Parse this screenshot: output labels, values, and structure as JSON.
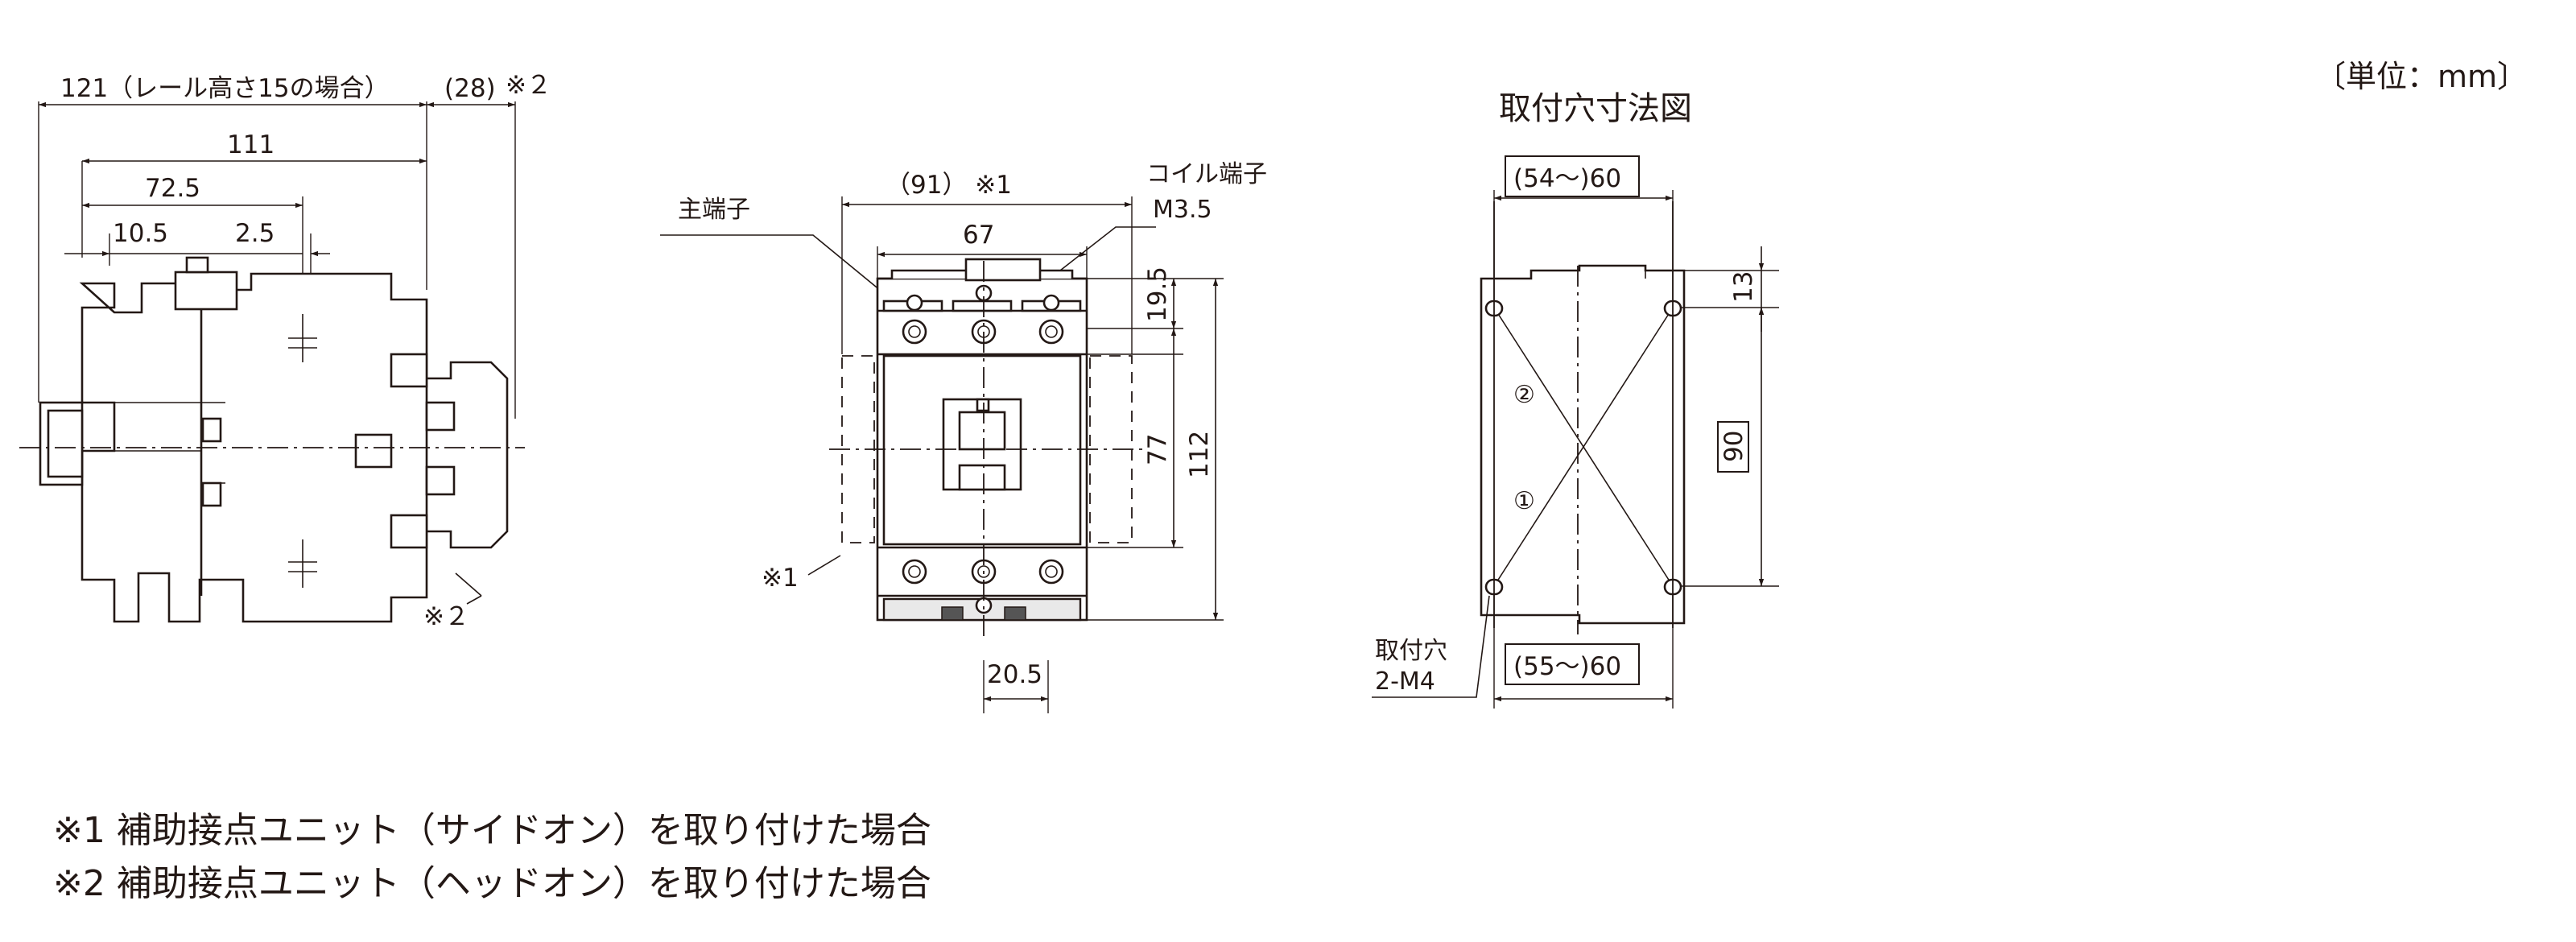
{
  "unit_label": "〔単位：mm〕",
  "mount_title": "取付穴寸法図",
  "side_view": {
    "dim_121": "121（レール高さ15の場合）",
    "dim_28": "(28)",
    "mark_2_top": "※２",
    "dim_111": "111",
    "dim_72_5": "72.5",
    "dim_10_5": "10.5",
    "dim_2_5": "2.5",
    "mark_2_bottom": "※２"
  },
  "front_view": {
    "dim_91": "（91） ※1",
    "label_main_terminal": "主端子",
    "label_coil_terminal": "コイル端子",
    "label_m3_5": "M3.5",
    "dim_67": "67",
    "dim_19_5": "19.5",
    "dim_77": "77",
    "dim_112": "112",
    "mark_1": "※1",
    "dim_20_5": "20.5"
  },
  "mount_view": {
    "dim_54_60": "(54〜)60",
    "dim_55_60": "(55〜)60",
    "dim_13": "13",
    "dim_90": "90",
    "circle_1": "①",
    "circle_2": "②",
    "label_hole": "取付穴",
    "label_2m4": "2-M4"
  },
  "notes": [
    "※1 補助接点ユニット（サイドオン）を取り付けた場合",
    "※2 補助接点ユニット（ヘッドオン）を取り付けた場合"
  ]
}
